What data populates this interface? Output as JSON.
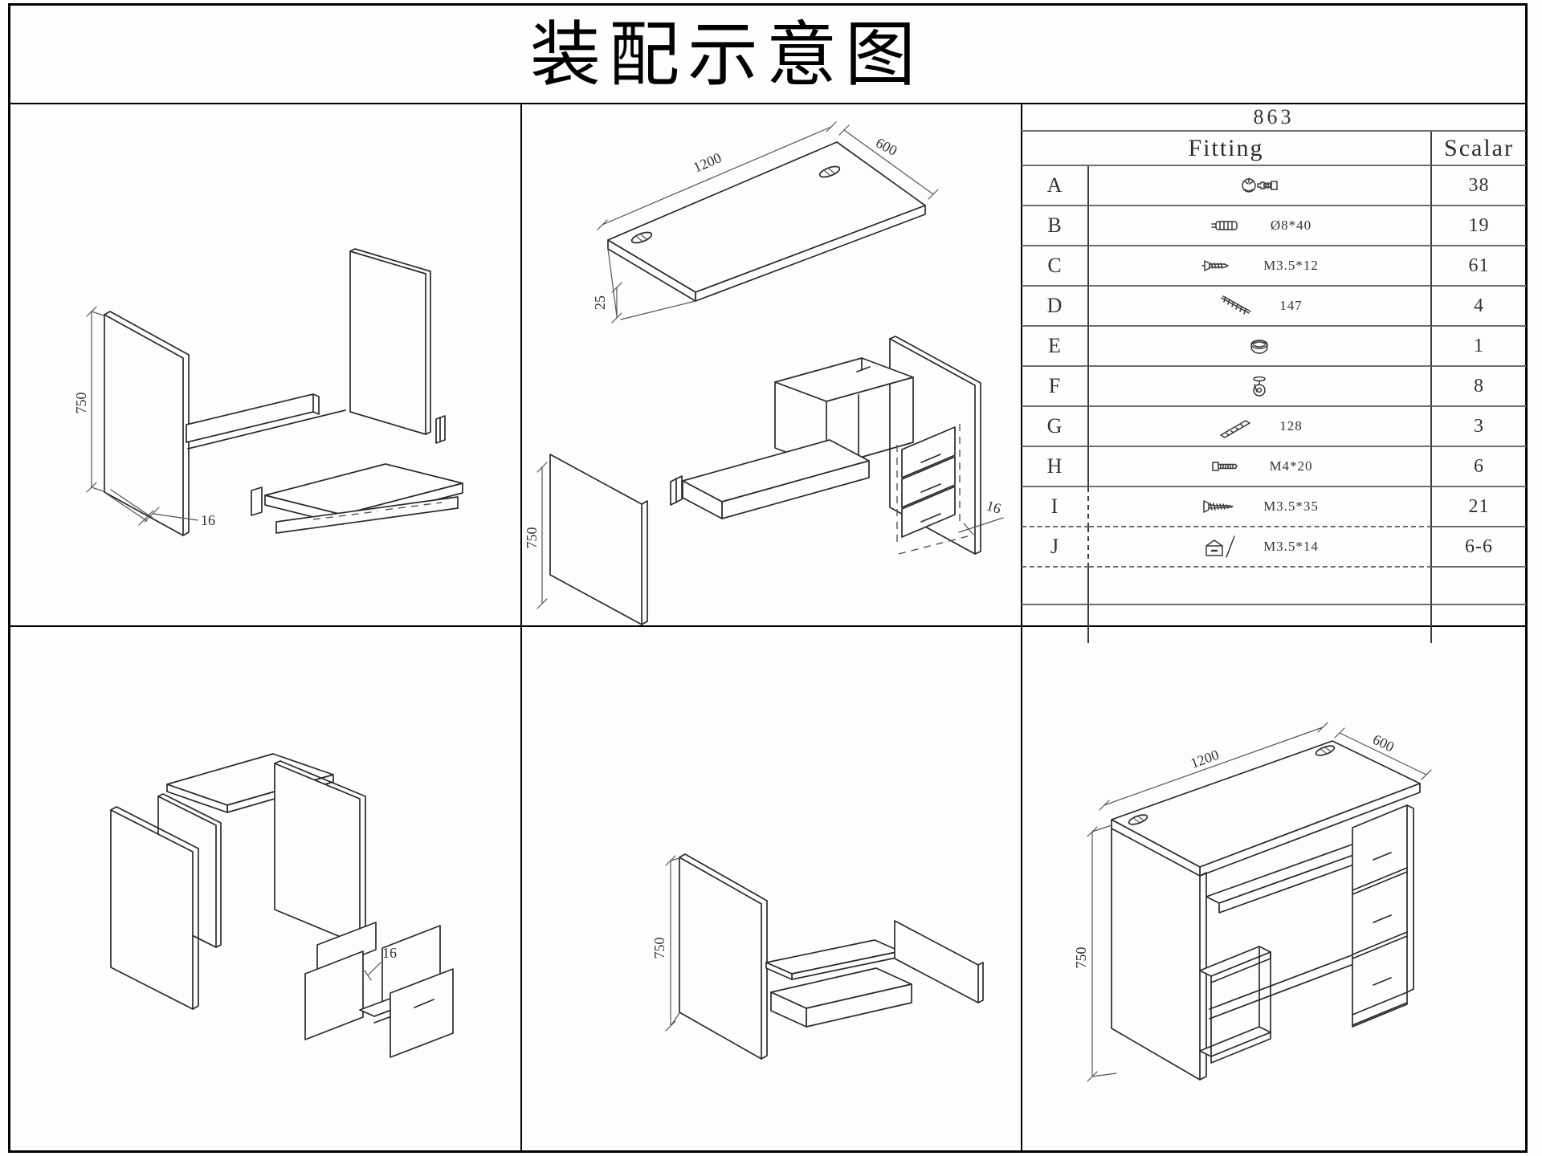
{
  "title": "装配示意图",
  "table": {
    "code": "863",
    "col_fitting": "Fitting",
    "col_scalar": "Scalar",
    "rows": [
      {
        "letter": "A",
        "icon": "cam-lock-and-bolt",
        "spec": "",
        "qty": "38"
      },
      {
        "letter": "B",
        "icon": "plastic-dowel",
        "spec": "Ø8*40",
        "qty": "19"
      },
      {
        "letter": "C",
        "icon": "countersunk-screw",
        "spec": "M3.5*12",
        "qty": "61"
      },
      {
        "letter": "D",
        "icon": "connecting-rod",
        "spec": "147",
        "qty": "4"
      },
      {
        "letter": "E",
        "icon": "round-cap",
        "spec": "",
        "qty": "1"
      },
      {
        "letter": "F",
        "icon": "castor",
        "spec": "",
        "qty": "8"
      },
      {
        "letter": "G",
        "icon": "support-strip",
        "spec": "128",
        "qty": "3"
      },
      {
        "letter": "H",
        "icon": "bolt",
        "spec": "M4*20",
        "qty": "6"
      },
      {
        "letter": "I",
        "icon": "long-screw",
        "spec": "M3.5*35",
        "qty": "21"
      },
      {
        "letter": "J",
        "icon": "drawer-runner",
        "spec": "M3.5*14",
        "qty": "6-6"
      }
    ]
  },
  "panels": {
    "step1": {
      "height_dim": "750",
      "thickness_dim": "16"
    },
    "step2": {
      "length_dim": "1200",
      "depth_dim": "600",
      "top_thickness_dim": "25",
      "height_dim": "750",
      "thickness_dim": "16"
    },
    "step3": {
      "thickness_dim": "16"
    },
    "step4": {
      "height_dim": "750"
    },
    "final": {
      "length_dim": "1200",
      "depth_dim": "600",
      "height_dim": "750"
    }
  }
}
